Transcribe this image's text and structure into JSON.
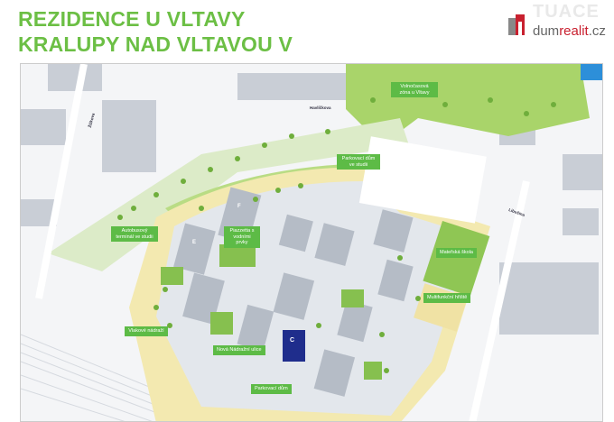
{
  "header": {
    "title_line1": "REZIDENCE U VLTAVY",
    "title_line2": "KRALUPY NAD VLTAVOU  V"
  },
  "logo": {
    "brand": "dumrealit.cz",
    "brand_prefix": "dum",
    "brand_highlight": "realit",
    "brand_suffix": ".cz",
    "ghost_text": "TUACE"
  },
  "colors": {
    "title": "#6cbf45",
    "label_bg": "#5dbb46",
    "park": "#a9d46a",
    "building": "#b9bfc8",
    "highlight_building": "#1f2d8c",
    "path": "#f3e9b0"
  },
  "map": {
    "labels": {
      "leisure": "Volnočasová zóna u Vltavy",
      "parking_study": "Parkovací dům ve studii",
      "bus": "Autobusový terminál ve studii",
      "piazzetta": "Piazzetta s vodními prvky",
      "station": "Vlakové nádraží",
      "new_street": "Nová Nádražní ulice",
      "parking": "Parkovací dům",
      "kindergarten": "Mateřská škola",
      "playground": "Multifunkční hřiště"
    },
    "roads": {
      "r1": "Havlíčkova",
      "r2": "Žižkova",
      "r3": "Libušina"
    },
    "buildings": {
      "c": "C",
      "e": "E",
      "f": "F"
    }
  }
}
